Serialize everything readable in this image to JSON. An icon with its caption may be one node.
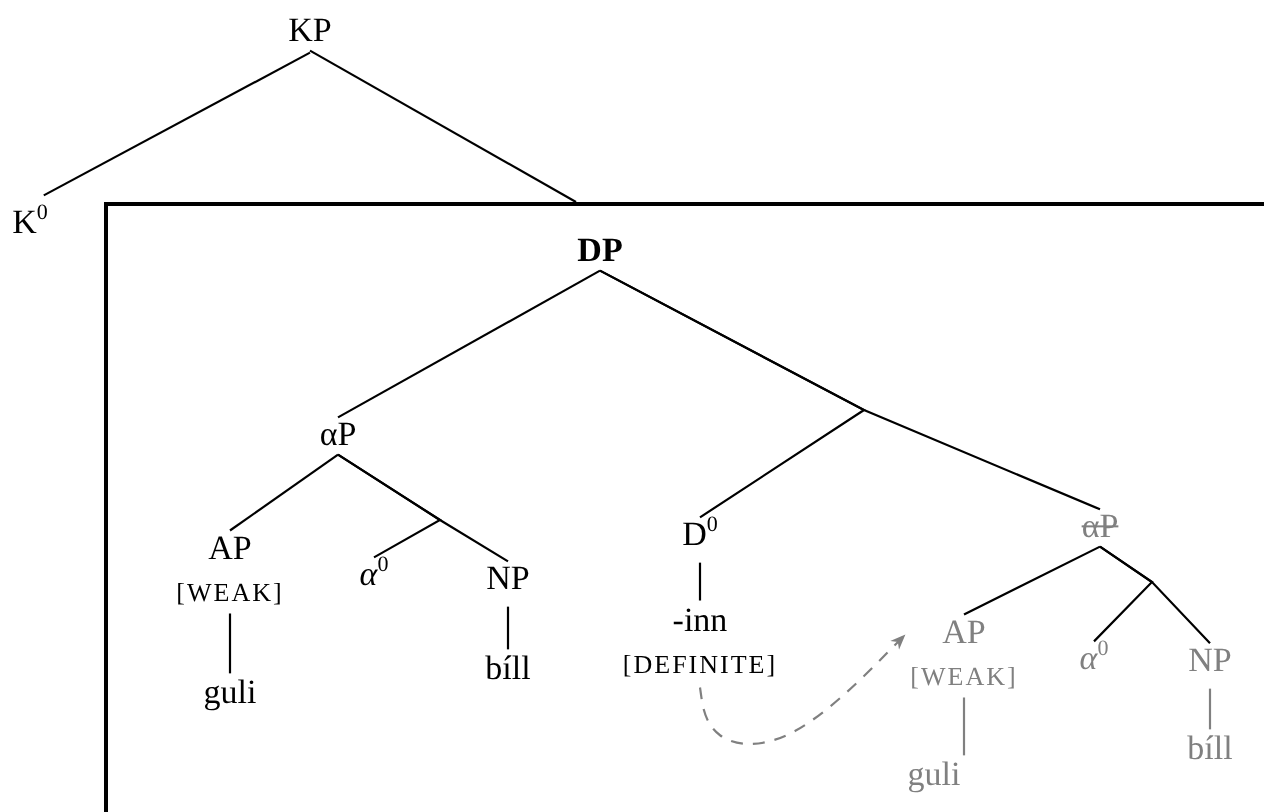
{
  "diagram": {
    "nodes": [
      {
        "text": [
          "KP"
        ]
      },
      {
        "text": [
          "K$^{0}$"
        ]
      },
      {
        "text": [],
        "shape": "box"
      },
      {
        "text": [
          "DP"
        ],
        "in": 2
      },
      {
        "text": [
          "αP"
        ],
        "in": 2
      },
      {
        "text": [
          "AP",
          "[WEAK]"
        ],
        "in": 2
      },
      {
        "text": [
          "guli"
        ],
        "in": 2
      },
      {
        "text": [
          "*α*$^{0}$"
        ],
        "in": 2
      },
      {
        "text": [
          "NP"
        ],
        "in": 2
      },
      {
        "text": [
          "bíll"
        ],
        "in": 2
      },
      {
        "text": [
          "D$^{0}$"
        ],
        "in": 2
      },
      {
        "text": [
          "-inn",
          "[DEFINITE]"
        ],
        "in": 2
      },
      {
        "text": [
          "αP"
        ],
        "in": 2
      },
      {
        "text": [
          "AP",
          "[WEAK]"
        ],
        "in": 2
      },
      {
        "text": [
          "guli"
        ],
        "in": 2
      },
      {
        "text": [
          "*α*$^{0}$"
        ],
        "in": 2
      },
      {
        "text": [
          "NP"
        ],
        "in": 2
      },
      {
        "text": [
          "bíll"
        ],
        "in": 2
      }
    ],
    "edges": [
      {
        "from": 0,
        "to": 1,
        "arrow": "none"
      },
      {
        "from": 0,
        "to": 2,
        "arrow": "none"
      },
      {
        "from": 3,
        "to": 4,
        "arrow": "none"
      },
      {
        "from": 3,
        "to": 10,
        "arrow": "none"
      },
      {
        "from": 3,
        "to": 12,
        "arrow": "none"
      },
      {
        "from": 4,
        "to": 5,
        "arrow": "none"
      },
      {
        "from": 4,
        "to": 7,
        "arrow": "none"
      },
      {
        "from": 4,
        "to": 8,
        "arrow": "none"
      },
      {
        "from": 5,
        "to": 6,
        "arrow": "none"
      },
      {
        "from": 8,
        "to": 9,
        "arrow": "none"
      },
      {
        "from": 10,
        "to": 11,
        "arrow": "none"
      },
      {
        "from": 12,
        "to": 13,
        "arrow": "none"
      },
      {
        "from": 12,
        "to": 15,
        "arrow": "none"
      },
      {
        "from": 12,
        "to": 16,
        "arrow": "none"
      },
      {
        "from": 13,
        "to": 14,
        "arrow": "none",
        "color": "#808080"
      },
      {
        "from": 16,
        "to": 17,
        "arrow": "none",
        "color": "#808080"
      },
      {
        "from": 11,
        "to": 13,
        "arrow": "to",
        "style": "dashed",
        "color": "#808080"
      }
    ]
  }
}
